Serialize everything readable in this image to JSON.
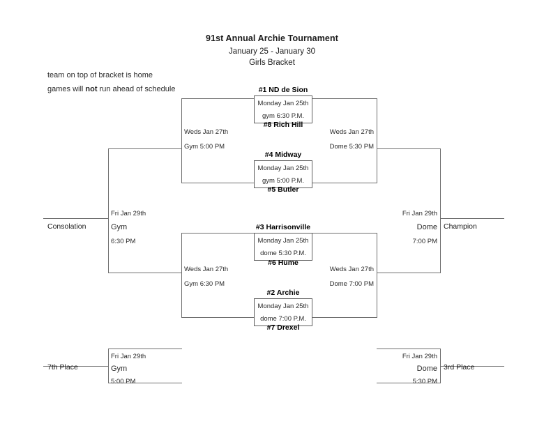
{
  "header": {
    "title": "91st Annual Archie Tournament",
    "dates": "January 25 - January 30",
    "subtitle": "Girls Bracket"
  },
  "notes": {
    "note1": "team on top of bracket is home",
    "note2_pre": "games will ",
    "note2_bold": "not",
    "note2_post": " run ahead of schedule"
  },
  "first_round": [
    {
      "top_team": "#1 ND de Sion",
      "bottom_team": "#8 Rich Hill",
      "date": "Monday Jan 25th",
      "venue_time": "gym 6:30 P.M."
    },
    {
      "top_team": "#4 Midway",
      "bottom_team": "#5 Butler",
      "date": "Monday Jan 25th",
      "venue_time": "gym 5:00 P.M."
    },
    {
      "top_team": "#3 Harrisonville",
      "bottom_team": "#6 Hume",
      "date": "Monday Jan 25th",
      "venue_time": "dome 5:30 P.M."
    },
    {
      "top_team": "#2 Archie",
      "bottom_team": "#7 Drexel",
      "date": "Monday Jan 25th",
      "venue_time": "dome 7:00 P.M."
    }
  ],
  "semifinals": {
    "left_upper": {
      "date": "Weds Jan 27th",
      "venue_time": "Gym 5:00 PM"
    },
    "right_upper": {
      "date": "Weds Jan 27th",
      "venue_time": "Dome 5:30 PM"
    },
    "left_lower": {
      "date": "Weds Jan 27th",
      "venue_time": "Gym 6:30 PM"
    },
    "right_lower": {
      "date": "Weds Jan 27th",
      "venue_time": "Dome 7:00 PM"
    }
  },
  "finals": {
    "consolation": {
      "label": "Consolation",
      "date": "Fri Jan 29th",
      "venue": "Gym",
      "time": "6:30 PM"
    },
    "champion": {
      "label": "Champion",
      "date": "Fri Jan 29th",
      "venue": "Dome",
      "time": "7:00 PM"
    },
    "seventh_place": {
      "label": "7th Place",
      "date": "Fri Jan 29th",
      "venue": "Gym",
      "time": "5:00 PM"
    },
    "third_place": {
      "label": "3rd Place",
      "date": "Fri Jan 29th",
      "venue": "Dome",
      "time": "5:30 PM"
    }
  }
}
